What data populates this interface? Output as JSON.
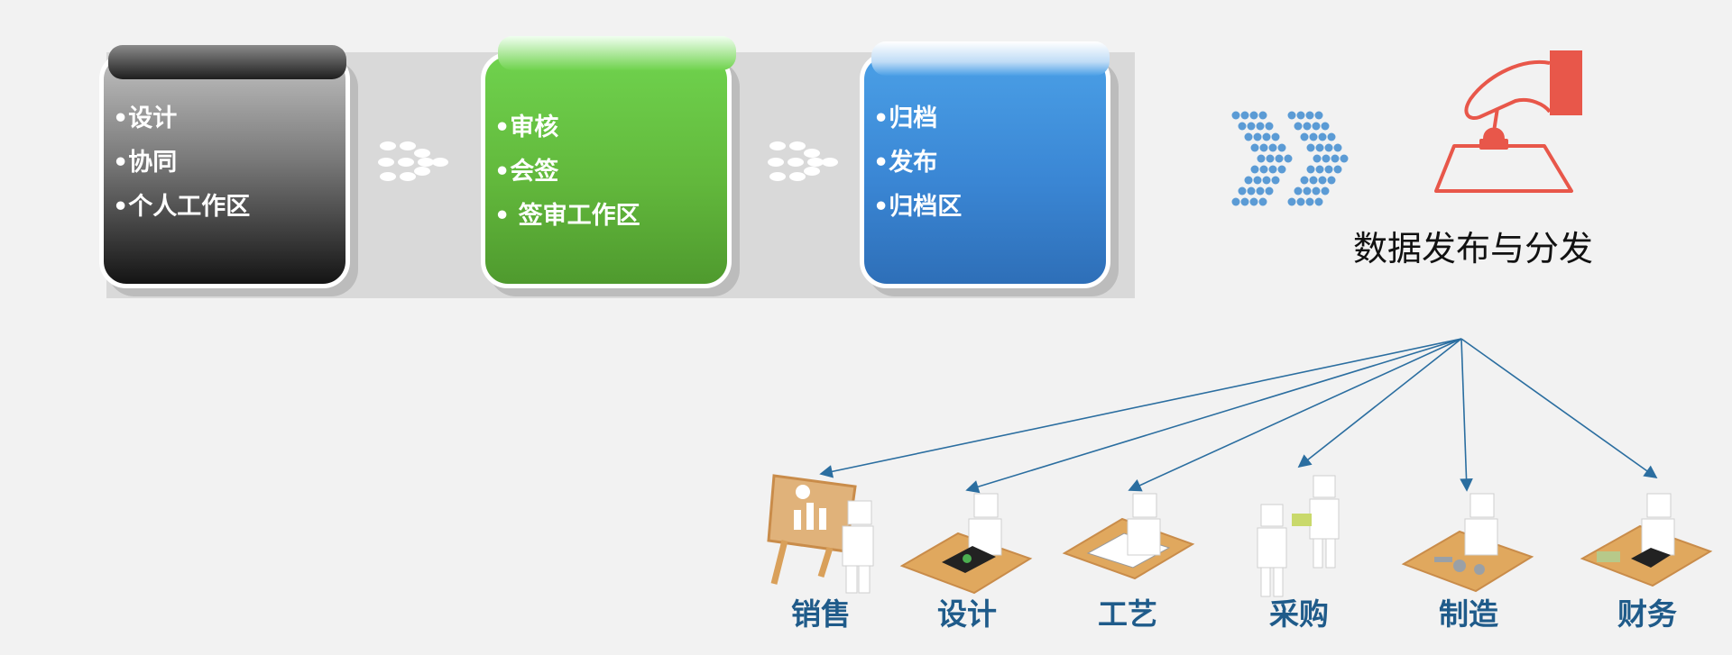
{
  "stages": [
    {
      "items": [
        "•设计",
        "•协同",
        "•个人工作区"
      ]
    },
    {
      "items": [
        "•审核",
        "•会签",
        "• 签审工作区"
      ]
    },
    {
      "items": [
        "•归档",
        "•发布",
        "•归档区"
      ]
    }
  ],
  "distribution": {
    "title": "数据发布与分发"
  },
  "departments": [
    "销售",
    "设计",
    "工艺",
    "采购",
    "制造",
    "财务"
  ],
  "colors": {
    "stage1": "#1a1a1a",
    "stage2": "#5fb83c",
    "stage3": "#3a86d4",
    "arrows": "#2b6ea0",
    "chevron": "#5b9bd5",
    "stamp": "#e8574a",
    "dept_label": "#1f5b8a"
  },
  "icons": [
    "dot-cluster-icon",
    "double-chevron-icon",
    "stamp-icon",
    "presentation-person-icon",
    "tablet-desk-icon",
    "drafting-desk-icon",
    "handshake-icon",
    "tools-desk-icon",
    "calculator-desk-icon"
  ]
}
